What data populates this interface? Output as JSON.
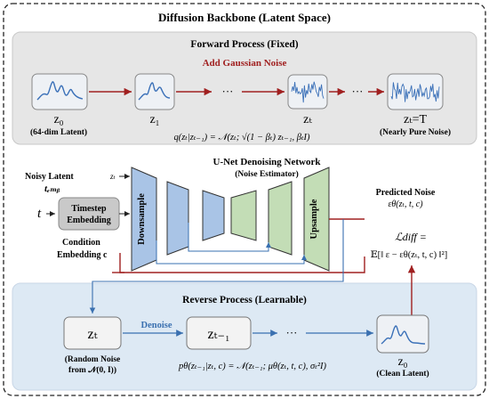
{
  "title": "Diffusion Backbone (Latent Space)",
  "forward": {
    "title": "Forward Process (Fixed)",
    "noise_label": "Add Gaussian Noise",
    "z0": "z₀",
    "z0_caption": "(64-dim Latent)",
    "z1": "z₁",
    "zt": "zₜ",
    "zT": "zₜ=T",
    "zT_caption": "(Nearly Pure Noise)",
    "ellipsis": "···",
    "formula": "q(zₜ|zₜ₋₁) = 𝒩(zₜ; √(1 − βₜ) zₜ₋₁, βₜI)"
  },
  "unet": {
    "title": "U-Net Denoising Network",
    "subtitle": "(Noise Estimator)",
    "downsample": "Downsample",
    "upsample": "Upsample",
    "noisy_latent": "Noisy Latent",
    "zt_small": "zₜ",
    "temb": "tₑₘᵦ",
    "t": "t",
    "timestep_line1": "Timestep",
    "timestep_line2": "Embedding",
    "condition_line1": "Condition",
    "condition_line2": "Embedding c",
    "predicted_noise": "Predicted Noise",
    "eps_pred": "εθ(zₜ, t, c)",
    "loss_line1": "ℒdiff =",
    "loss_line2": "𝔼[‖ ε − εθ(zₜ, t, c) ‖²]"
  },
  "reverse": {
    "title": "Reverse Process (Learnable)",
    "denoise": "Denoise",
    "zt": "zₜ",
    "zt1": "zₜ₋₁",
    "ellipsis": "···",
    "z0": "z₀",
    "zt_caption1": "(Random Noise",
    "zt_caption2": "from 𝒩(0, I))",
    "z0_caption": "(Clean Latent)",
    "formula": "pθ(zₜ₋₁|zₜ, c) = 𝒩(zₜ₋₁; μθ(zₜ, t, c), σₜ²I)"
  },
  "colors": {
    "forward_bg": "#e6e6e6",
    "reverse_bg": "#dde9f4",
    "down_fill": "#a9c4e6",
    "up_fill": "#c3ddb6",
    "red_arrow": "#a02020",
    "blue_arrow": "#3a70b0",
    "signal": "#3a70b8"
  }
}
